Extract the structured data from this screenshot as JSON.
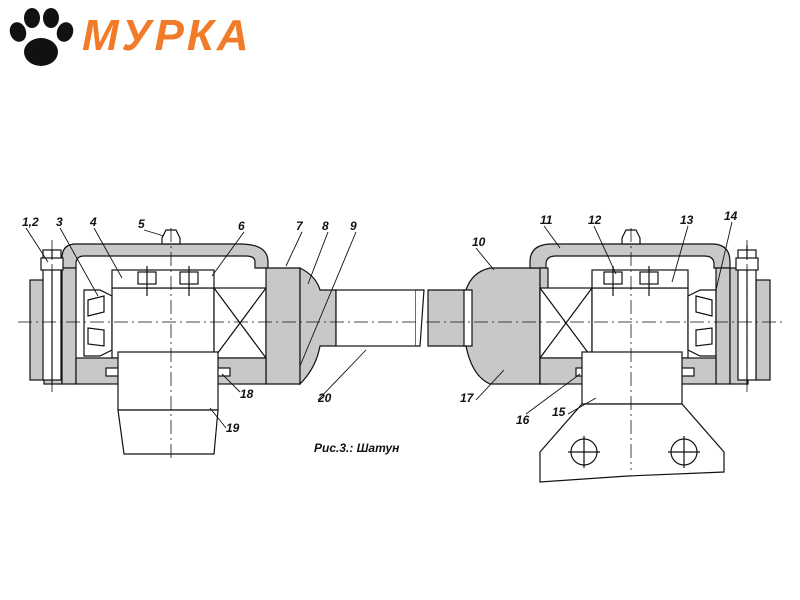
{
  "logo": {
    "text": "МУРКА",
    "icon": "paw-icon",
    "color": "#f27b2a"
  },
  "figure": {
    "caption": "Рис.3.: Шатун",
    "labels": {
      "l12": "1,2",
      "l3": "3",
      "l4": "4",
      "l5": "5",
      "l6": "6",
      "l7": "7",
      "l8": "8",
      "l9": "9",
      "l10": "10",
      "l11": "11",
      "l12b": "12",
      "l13": "13",
      "l14": "14",
      "l15": "15",
      "l16": "16",
      "l17": "17",
      "l18": "18",
      "l19": "19",
      "l20": "20"
    }
  },
  "colors": {
    "hatch_fill": "#c8c8c8",
    "line": "#111111"
  }
}
